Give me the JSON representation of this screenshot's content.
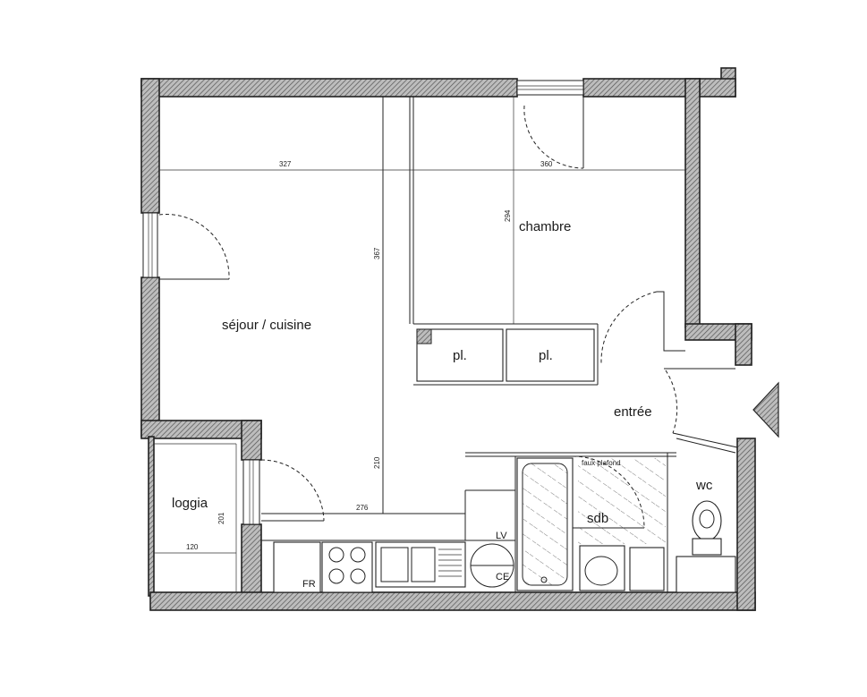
{
  "rooms": {
    "sejour": "séjour / cuisine",
    "chambre": "chambre",
    "entree": "entrée",
    "loggia": "loggia",
    "sdb": "sdb",
    "wc": "wc",
    "placard_1": "pl.",
    "placard_2": "pl."
  },
  "fixtures": {
    "fridge": "FR",
    "washer": "LV",
    "boiler": "CE",
    "false_ceiling": "faux plafond"
  },
  "dimensions": {
    "sejour_width": "327",
    "chambre_width": "360",
    "sejour_depth": "367",
    "chambre_depth": "294",
    "kitchen_depth": "210",
    "kitchen_width": "276",
    "loggia_depth": "201",
    "loggia_width": "120"
  }
}
